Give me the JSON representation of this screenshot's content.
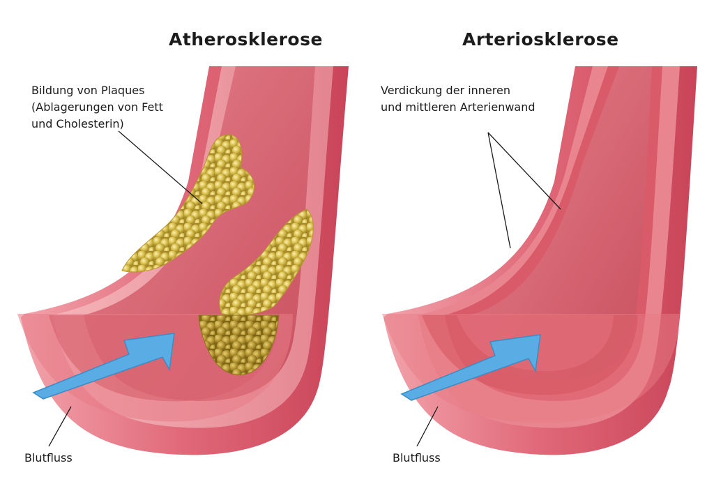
{
  "left_panel": {
    "title": "Atherosklerose",
    "plaque_label": [
      "Bildung von Plaques",
      "(Ablagerungen von Fett",
      "und Cholesterin)"
    ],
    "flow_label": "Blutfluss"
  },
  "right_panel": {
    "title": "Arteriosklerose",
    "wall_label": [
      "Verdickung der inneren",
      "und mittleren Arterienwand"
    ],
    "flow_label": "Blutfluss"
  },
  "colors": {
    "outer_wall": "#d9586c",
    "inner_wall": "#e88a94",
    "lumen": "#d7646f",
    "plaque": "#c9ae3e",
    "arrow": "#5aade4",
    "text": "#1b1b1b"
  }
}
